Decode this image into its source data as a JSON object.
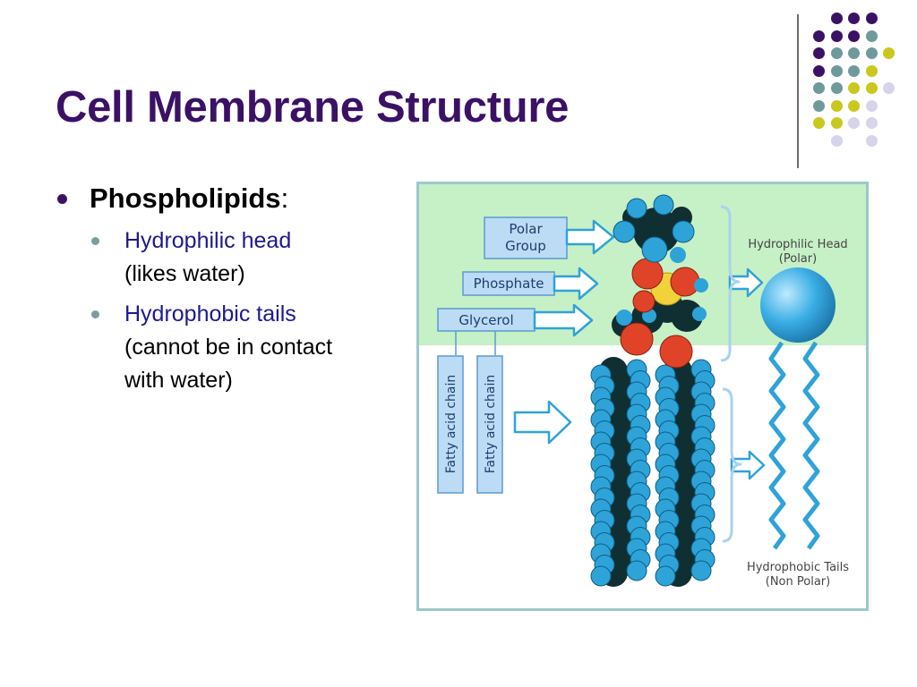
{
  "slide": {
    "title": "Cell Membrane Structure",
    "bullet": {
      "label": "Phospholipids",
      "suffix": ":"
    },
    "subbullets": [
      {
        "highlight": "Hydrophilic head",
        "lines": [
          "(likes water)"
        ]
      },
      {
        "highlight": "Hydrophobic tails",
        "lines": [
          "(cannot be in contact",
          "with water)"
        ]
      }
    ]
  },
  "diagram": {
    "labels": {
      "polar_group_1": "Polar",
      "polar_group_2": "Group",
      "phosphate": "Phosphate",
      "glycerol": "Glycerol",
      "fatty_acid_1": "Fatty acid chain",
      "fatty_acid_2": "Fatty acid chain",
      "head_1": "Hydrophilic Head",
      "head_2": "(Polar)",
      "tails_1": "Hydrophobic Tails",
      "tails_2": "(Non Polar)"
    },
    "colors": {
      "frame": "#9cc7cc",
      "top_bg": "#c6f0c6",
      "label_box": "#bcdcf5",
      "label_border": "#5a9ad0",
      "atom_blue": "#2ea3d8",
      "atom_dark": "#0f2f33",
      "atom_red": "#e04428",
      "atom_yellow": "#f2d23a",
      "zigzag": "#2ea3d8"
    }
  },
  "decor": {
    "dot_colors": {
      "purple": "#3b1166",
      "teal": "#6f9a9c",
      "lime": "#c9c81e",
      "lavender": "#d6d4ea"
    }
  }
}
